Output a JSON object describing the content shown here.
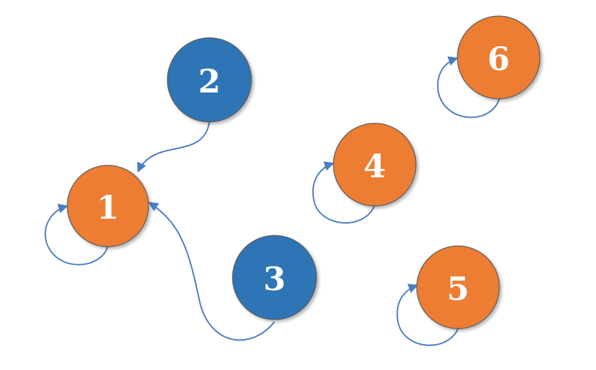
{
  "nodes": [
    {
      "id": "1",
      "label": "1",
      "color": "#ED7D31"
    },
    {
      "id": "2",
      "label": "2",
      "color": "#2E75B6"
    },
    {
      "id": "3",
      "label": "3",
      "color": "#2E75B6"
    },
    {
      "id": "4",
      "label": "4",
      "color": "#ED7D31"
    },
    {
      "id": "5",
      "label": "5",
      "color": "#ED7D31"
    },
    {
      "id": "6",
      "label": "6",
      "color": "#ED7D31"
    }
  ],
  "edges": [
    {
      "from": "2",
      "to": "1"
    },
    {
      "from": "3",
      "to": "1"
    },
    {
      "from": "1",
      "to": "1"
    },
    {
      "from": "4",
      "to": "4"
    },
    {
      "from": "5",
      "to": "5"
    },
    {
      "from": "6",
      "to": "6"
    }
  ],
  "colors": {
    "edge": "#4A7EC2",
    "node_outline": "#5A5A5A",
    "background": "#FFFFFF"
  }
}
